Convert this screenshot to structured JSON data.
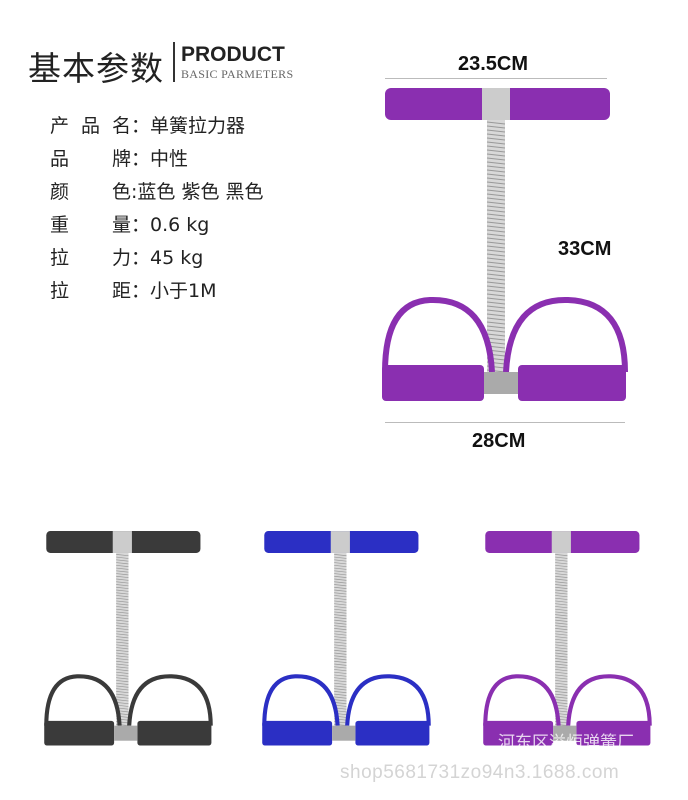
{
  "header": {
    "title_cn": "基本参数",
    "title_en": "PRODUCT",
    "subtitle_en": "BASIC PARMETERS"
  },
  "specs": [
    {
      "key": "产品名",
      "value": "单簧拉力器"
    },
    {
      "key": "品牌",
      "value": "中性"
    },
    {
      "key": "颜色",
      "value": "蓝色 紫色 黑色"
    },
    {
      "key": "重量",
      "value": "0.6 kg"
    },
    {
      "key": "拉力",
      "value": "45 kg"
    },
    {
      "key": "拉距",
      "value": "小于1M"
    }
  ],
  "dimensions": {
    "width_top": "23.5CM",
    "height": "33CM",
    "width_bottom": "28CM"
  },
  "variants": [
    {
      "name": "black",
      "color": "#3a3a3a"
    },
    {
      "name": "blue",
      "color": "#2b2fc4"
    },
    {
      "name": "purple",
      "color": "#8a2fb0"
    }
  ],
  "main_color": "#8a2fb0",
  "watermark": {
    "shop_name": "河东区溢烜弹簧厂",
    "url": "shop5681731zo94n3.1688.com"
  }
}
